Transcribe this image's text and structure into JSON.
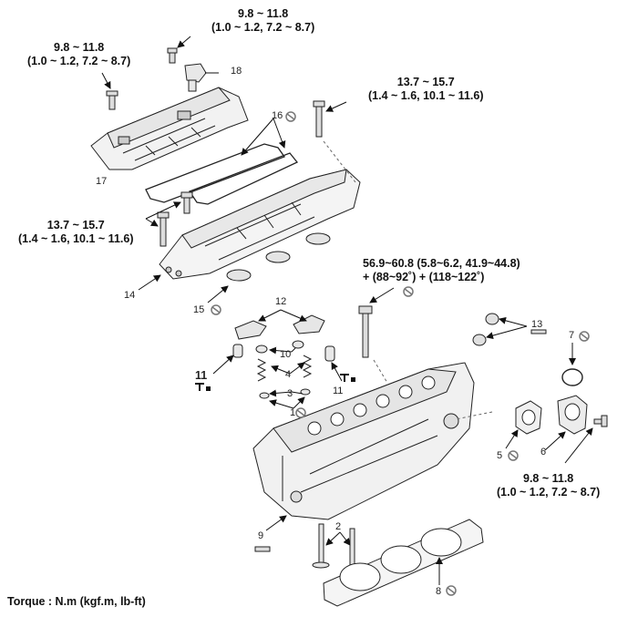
{
  "torques": {
    "t18_top": {
      "line1": "9.8 ~ 11.8",
      "line2": "(1.0 ~ 1.2, 7.2 ~ 8.7)"
    },
    "t17_left": {
      "line1": "9.8 ~ 11.8",
      "line2": "(1.0 ~ 1.2, 7.2 ~ 8.7)"
    },
    "t_cover_r": {
      "line1": "13.7 ~ 15.7",
      "line2": "(1.4 ~ 1.6, 10.1 ~ 11.6)"
    },
    "t_cover_l": {
      "line1": "13.7 ~ 15.7",
      "line2": "(1.4 ~ 1.6, 10.1 ~ 11.6)"
    },
    "t_head": {
      "line1": "56.9~60.8 (5.8~6.2, 41.9~44.8)",
      "line2": "+ (88~92˚) + (118~122˚)"
    },
    "t_fitting": {
      "line1": "9.8 ~ 11.8",
      "line2": "(1.0 ~ 1.2, 7.2 ~ 8.7)"
    }
  },
  "labels": {
    "n1": "1",
    "n2": "2",
    "n3": "3",
    "n4": "4",
    "n5": "5",
    "n6": "6",
    "n7": "7",
    "n8": "8",
    "n9": "9",
    "n10": "10",
    "n11a": "11",
    "n11b": "11",
    "n12": "12",
    "n13": "13",
    "n14": "14",
    "n15": "15",
    "n16": "16",
    "n17": "17",
    "n18": "18"
  },
  "footer": "Torque : N.m (kgf.m, lb-ft)"
}
